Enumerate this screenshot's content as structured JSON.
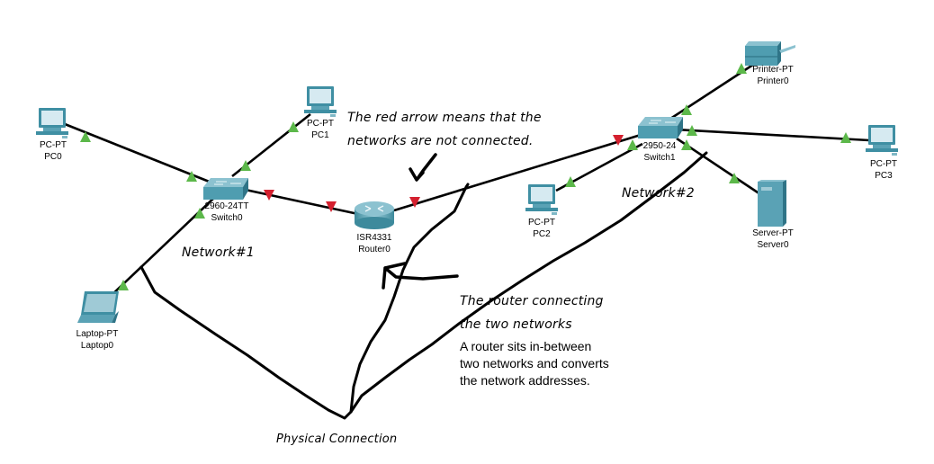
{
  "diagram": {
    "type": "network-topology",
    "colors": {
      "link": "#000000",
      "link_up": "#5cb84a",
      "link_down": "#d4202f",
      "device_body": "#4f9db0",
      "device_light": "#cfe6ee",
      "annotation_ink": "#000000"
    },
    "devices": [
      {
        "id": "pc0",
        "icon": "pc-icon",
        "model": "PC-PT",
        "name": "PC0"
      },
      {
        "id": "pc1",
        "icon": "pc-icon",
        "model": "PC-PT",
        "name": "PC1"
      },
      {
        "id": "switch0",
        "icon": "switch-icon",
        "model": "2960-24TT",
        "name": "Switch0"
      },
      {
        "id": "router0",
        "icon": "router-icon",
        "model": "ISR4331",
        "name": "Router0"
      },
      {
        "id": "laptop0",
        "icon": "laptop-icon",
        "model": "Laptop-PT",
        "name": "Laptop0"
      },
      {
        "id": "pc2",
        "icon": "pc-icon",
        "model": "PC-PT",
        "name": "PC2"
      },
      {
        "id": "switch1",
        "icon": "switch-icon",
        "model": "2950-24",
        "name": "Switch1"
      },
      {
        "id": "printer0",
        "icon": "printer-icon",
        "model": "Printer-PT",
        "name": "Printer0"
      },
      {
        "id": "pc3",
        "icon": "pc-icon",
        "model": "PC-PT",
        "name": "PC3"
      },
      {
        "id": "server0",
        "icon": "server-icon",
        "model": "Server-PT",
        "name": "Server0"
      }
    ],
    "links": [
      {
        "from": "pc0",
        "to": "switch0",
        "status": "up"
      },
      {
        "from": "pc1",
        "to": "switch0",
        "status": "up"
      },
      {
        "from": "laptop0",
        "to": "switch0",
        "status": "up"
      },
      {
        "from": "switch0",
        "to": "router0",
        "status": "down"
      },
      {
        "from": "router0",
        "to": "switch1",
        "status": "down"
      },
      {
        "from": "pc2",
        "to": "switch1",
        "status": "up"
      },
      {
        "from": "printer0",
        "to": "switch1",
        "status": "up"
      },
      {
        "from": "pc3",
        "to": "switch1",
        "status": "up"
      },
      {
        "from": "server0",
        "to": "switch1",
        "status": "up"
      }
    ],
    "annotations": {
      "red_arrow_note": [
        "The red arrow means that the",
        "networks are not connected."
      ],
      "network1": "Network#1",
      "network2": "Network#2",
      "router_note": [
        "The router connecting",
        "the two networks"
      ],
      "router_desc": [
        "A router sits in-between",
        "two networks and converts",
        "the network addresses."
      ],
      "physical": "Physical Connection"
    }
  }
}
